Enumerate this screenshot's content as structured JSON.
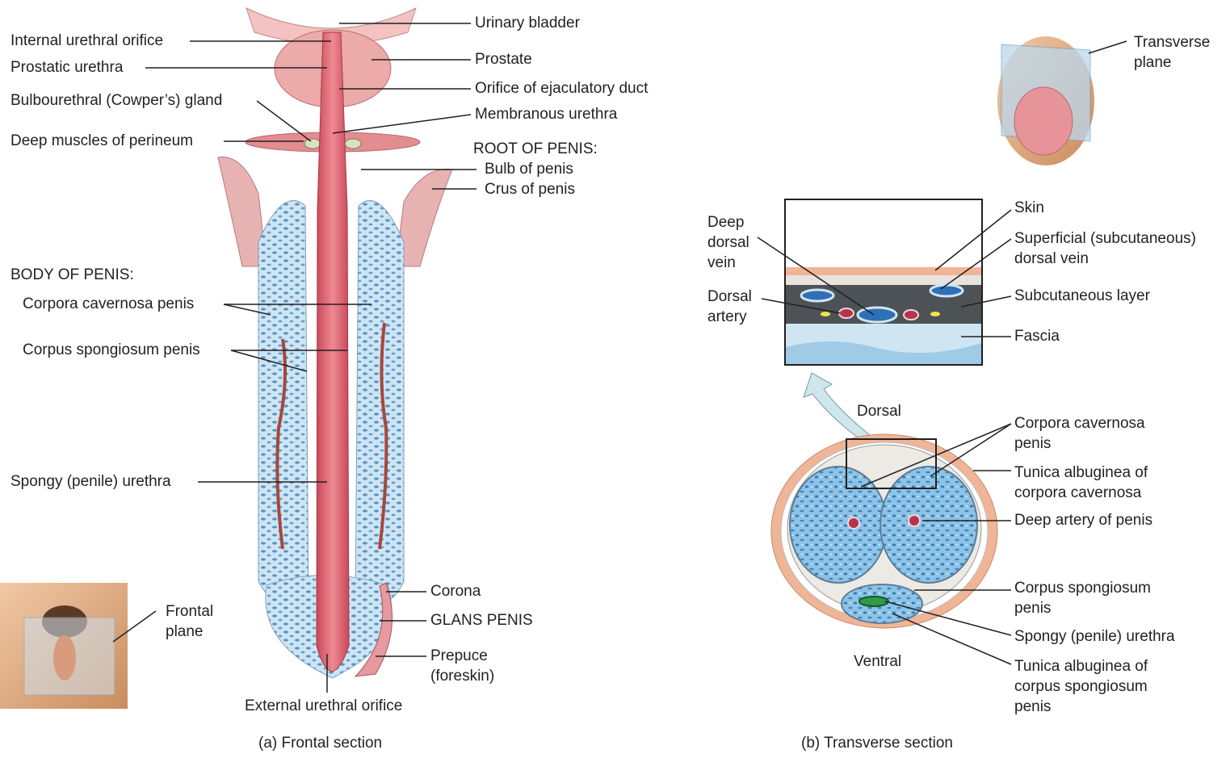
{
  "frontal": {
    "caption": "(a) Frontal section",
    "labels": {
      "urinary_bladder": "Urinary bladder",
      "internal_urethral_orifice": "Internal urethral orifice",
      "prostatic_urethra": "Prostatic urethra",
      "prostate": "Prostate",
      "orifice_ejaculatory_duct": "Orifice of ejaculatory duct",
      "bulbourethral_gland": "Bulbourethral (Cowper’s) gland",
      "membranous_urethra": "Membranous urethra",
      "deep_muscles_perineum": "Deep muscles of perineum",
      "root_of_penis": "ROOT OF PENIS:",
      "bulb_of_penis": "Bulb of penis",
      "crus_of_penis": "Crus of penis",
      "body_of_penis": "BODY OF PENIS:",
      "corpora_cavernosa_penis": "Corpora cavernosa penis",
      "corpus_spongiosum_penis": "Corpus spongiosum penis",
      "spongy_urethra": "Spongy (penile) urethra",
      "corona": "Corona",
      "glans_penis": "GLANS PENIS",
      "prepuce": "Prepuce\n(foreskin)",
      "frontal_plane": "Frontal\nplane",
      "external_urethral_orifice": "External urethral orifice"
    }
  },
  "transverse": {
    "caption": "(b) Transverse section",
    "labels": {
      "transverse_plane": "Transverse\nplane",
      "deep_dorsal_vein": "Deep\ndorsal\nvein",
      "dorsal_artery": "Dorsal\nartery",
      "skin": "Skin",
      "superficial_dorsal_vein": "Superficial (subcutaneous)\ndorsal vein",
      "subcutaneous_layer": "Subcutaneous layer",
      "fascia": "Fascia",
      "dorsal": "Dorsal",
      "ventral": "Ventral",
      "corpora_cavernosa_penis": "Corpora cavernosa\npenis",
      "tunica_albuginea_cavernosa": "Tunica albuginea of\ncorpora cavernosa",
      "deep_artery_of_penis": "Deep artery of penis",
      "corpus_spongiosum_penis": "Corpus spongiosum\npenis",
      "spongy_urethra": "Spongy (penile) urethra",
      "tunica_albuginea_spongiosum": "Tunica albuginea of\ncorpus spongiosum\npenis"
    }
  },
  "colors": {
    "label_text": "#231f20",
    "erectile_blue": "#a9cde6",
    "urethra_red": "#d9606c",
    "tissue_pink": "#eab3b1",
    "skin_tan": "#e4a97c"
  }
}
